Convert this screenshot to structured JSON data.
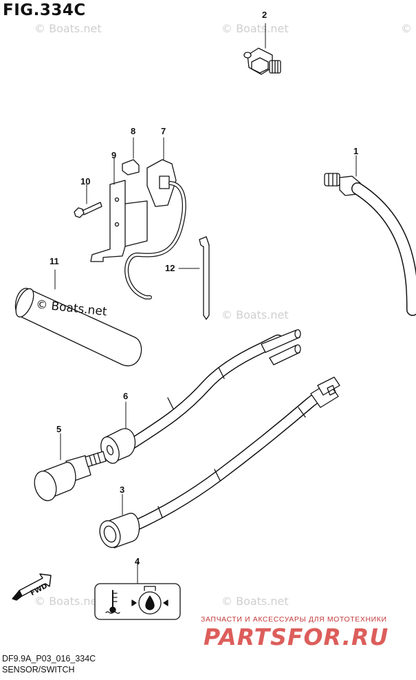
{
  "figure": {
    "title": "FIG.334C",
    "code": "DF9.9A_P03_016_334C",
    "name": "SENSOR/SWITCH"
  },
  "watermark": {
    "text": "© Boats.net",
    "tube_label": "© Boats.net"
  },
  "callouts": [
    "1",
    "2",
    "3",
    "4",
    "5",
    "6",
    "7",
    "8",
    "9",
    "10",
    "11",
    "12"
  ],
  "fwd_label": "FWD",
  "shop": {
    "text": "ЗАПЧАСТИ И АКСЕССУАРЫ ДЛЯ МОТОТЕХНИКИ",
    "brand": "PARTSFOR.RU"
  }
}
